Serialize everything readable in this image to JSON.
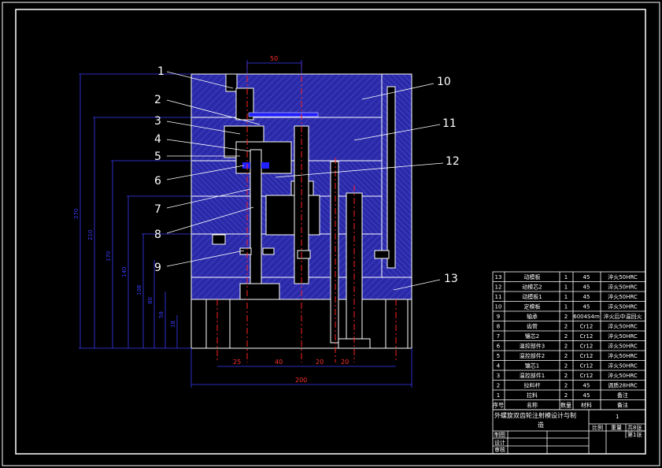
{
  "colors": {
    "background": "#000000",
    "frame": "#ffffff",
    "mold_hatch": "#2a2aa8",
    "center_line": "#ff2020",
    "dimension": "#3a3aff",
    "highlight": "#2020ff"
  },
  "part_labels": [
    "1",
    "2",
    "3",
    "4",
    "5",
    "6",
    "7",
    "8",
    "9",
    "10",
    "11",
    "12",
    "13"
  ],
  "dims_top": {
    "width_50": "50"
  },
  "dims_bottom": {
    "d25": "25",
    "d40": "40",
    "d20a": "20",
    "d20b": "20",
    "overall": "200"
  },
  "dims_left": [
    "270",
    "210",
    "170",
    "140",
    "108",
    "80",
    "58",
    "18"
  ],
  "bom": {
    "rows": [
      [
        "13",
        "动模板",
        "1",
        "45",
        "淬火50HRC"
      ],
      [
        "12",
        "动模芯2",
        "1",
        "45",
        "淬火50HRC"
      ],
      [
        "11",
        "动模板1",
        "1",
        "45",
        "淬火50HRC"
      ],
      [
        "10",
        "定模板",
        "1",
        "45",
        "淬火50HRC"
      ],
      [
        "9",
        "轴承",
        "2",
        "6004S4m",
        "淬火后中温回火"
      ],
      [
        "8",
        "齿管",
        "2",
        "Cr12",
        "淬火50HRC"
      ],
      [
        "7",
        "镶芯2",
        "2",
        "Cr12",
        "淬火50HRC"
      ],
      [
        "6",
        "温控部件3",
        "2",
        "Cr12",
        "淬火50HRC"
      ],
      [
        "5",
        "温控部件2",
        "2",
        "Cr12",
        "淬火50HRC"
      ],
      [
        "4",
        "镶芯1",
        "2",
        "Cr12",
        "淬火50HRC"
      ],
      [
        "3",
        "温控部件1",
        "2",
        "Cr12",
        "淬火50HRC"
      ],
      [
        "2",
        "拉料杆",
        "2",
        "45",
        "调质28HRC"
      ],
      [
        "1",
        "拉料",
        "2",
        "45",
        "备注"
      ]
    ],
    "header": [
      "序号",
      "名称",
      "数量",
      "材料",
      "备注"
    ],
    "title_line1": "外螺旋双齿轮注射模设计与制",
    "title_line2": "造",
    "sheet_no": "1",
    "scale_label": "比例",
    "weight_label": "重量",
    "total_label": "共8张",
    "page_label": "第1张",
    "drawn_label": "制图",
    "design_label": "设计",
    "review_label": "审核"
  }
}
